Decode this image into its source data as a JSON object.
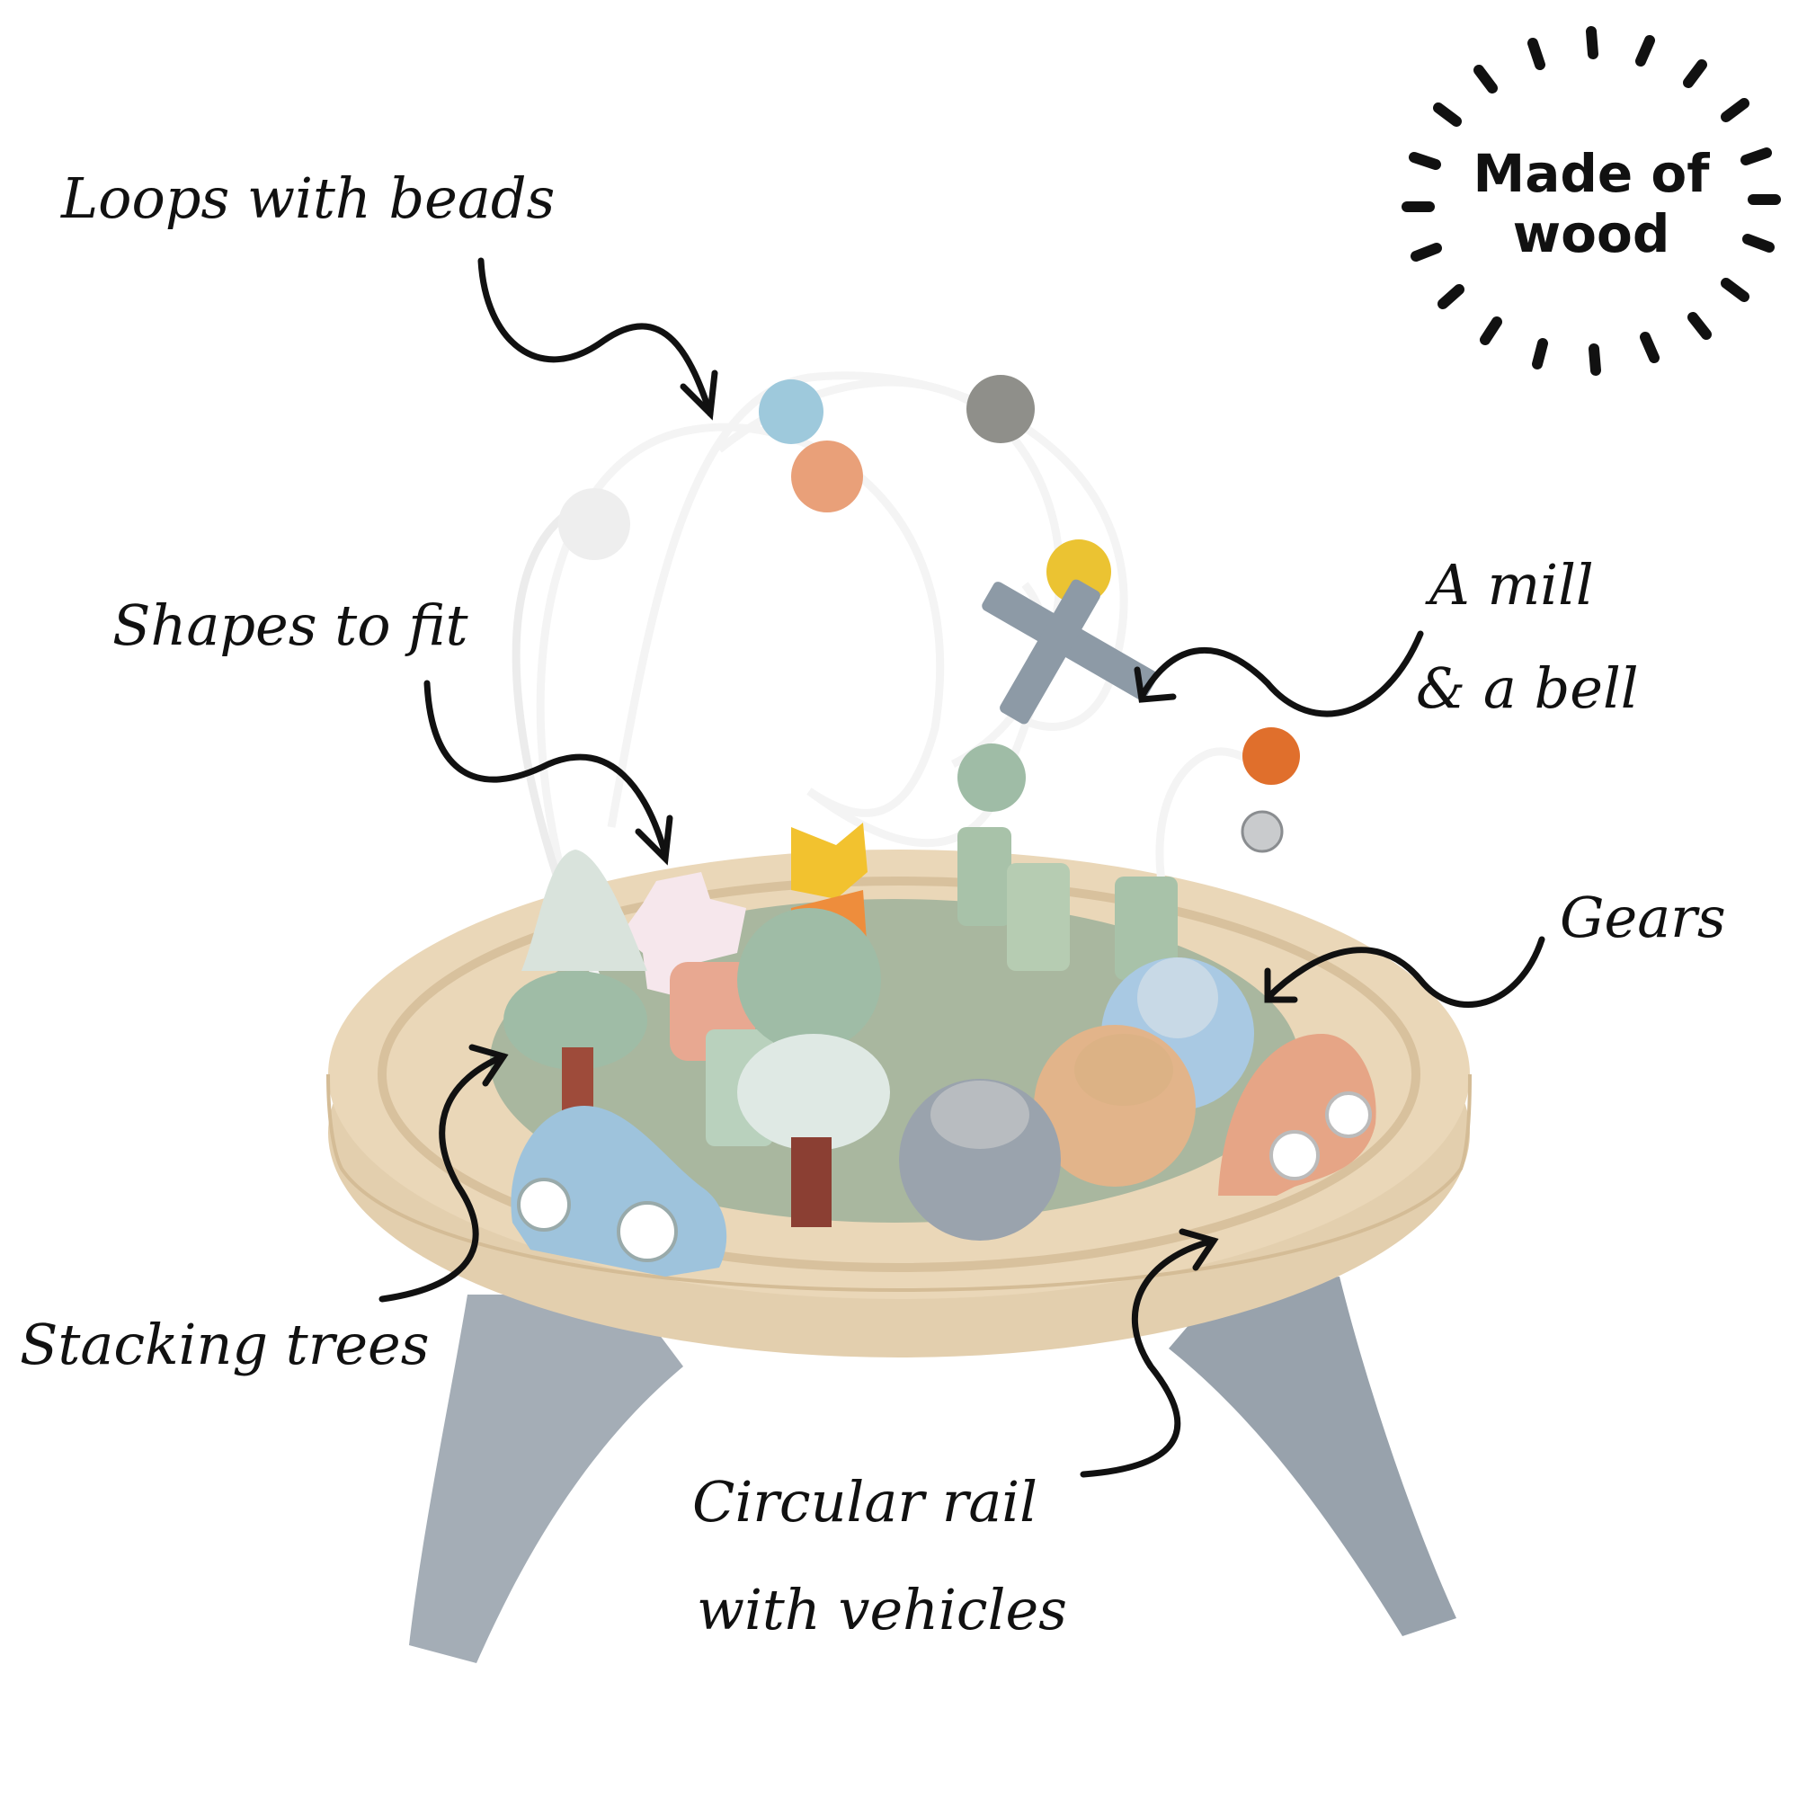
{
  "callouts": {
    "loops": "Loops with beads",
    "shapes": "Shapes to fit",
    "mill_line1": "A mill",
    "mill_line2": "& a bell",
    "gears": "Gears",
    "trees": "Stacking trees",
    "rail_line1": "Circular rail",
    "rail_line2": "with vehicles"
  },
  "badge": {
    "line1": "Made of",
    "line2": "wood"
  },
  "colors": {
    "wood_rim": "#ead7b8",
    "play_surface": "#a9b79f",
    "legs": "#a4adb6",
    "loop_wire": "#f4f4f4",
    "bead_blue": "#9ec9dc",
    "bead_orange": "#e9a079",
    "bead_grey": "#8f8f8a",
    "bead_white": "#eeeeee",
    "bead_yellow": "#ebc332",
    "bead_green": "#9fbca6",
    "car_blue": "#9ec3dc",
    "car_peach": "#e6a586",
    "gear_blue": "#a9c9e3",
    "gear_grey": "#9aa3ad",
    "gear_wood": "#e2b48a"
  }
}
